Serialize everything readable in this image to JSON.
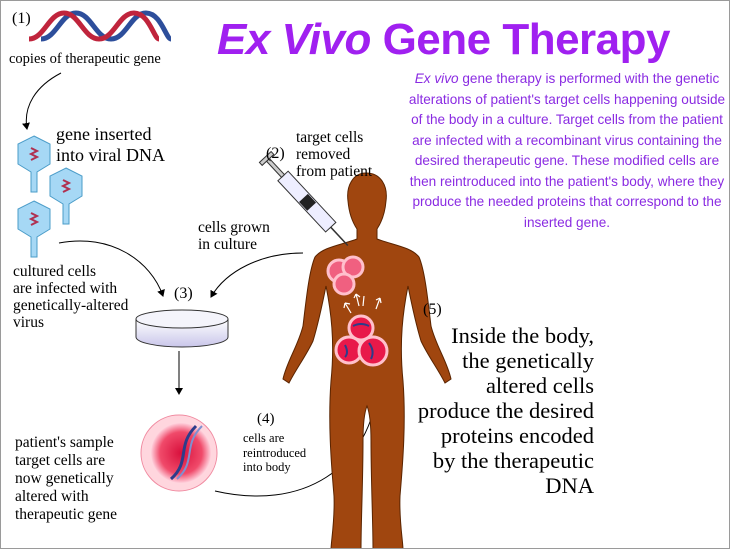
{
  "title": {
    "italic": "Ex Vivo",
    "rest": " Gene Therapy"
  },
  "description": {
    "italic_lead": "Ex vivo",
    "text": " gene therapy is performed with the genetic alterations of patient's target cells happening outside of the body in a culture. Target cells from the patient are infected with a recombinant virus containing the desired therapeutic gene. These modified cells are then reintroduced into the patient's body, where they produce the needed proteins that correspond to the inserted gene."
  },
  "steps": {
    "s1": "(1)",
    "s1_label": "copies of therapeutic gene",
    "inserted_label": "gene inserted\ninto viral DNA",
    "infected_label": "cultured cells\nare infected with\ngenetically-altered\nvirus",
    "s2": "(2)",
    "s2_label": "target cells\nremoved\nfrom patient",
    "grown_label": "cells grown\nin culture",
    "s3": "(3)",
    "s4": "(4)",
    "s4_label": "cells are\nreintroduced\ninto body",
    "s5": "(5)",
    "s5_label": "Inside the body,\nthe genetically\naltered cells\nproduce the desired\nproteins encoded\nby the therapeutic\nDNA",
    "sample_label": "patient's sample\ntarget cells are\nnow genetically\naltered with\ntherapeutic gene"
  },
  "colors": {
    "title": "#a020f0",
    "description": "#8a2be2",
    "body": "#a0460f",
    "virus": "#a6d8f5",
    "cell": "#e8194a"
  }
}
